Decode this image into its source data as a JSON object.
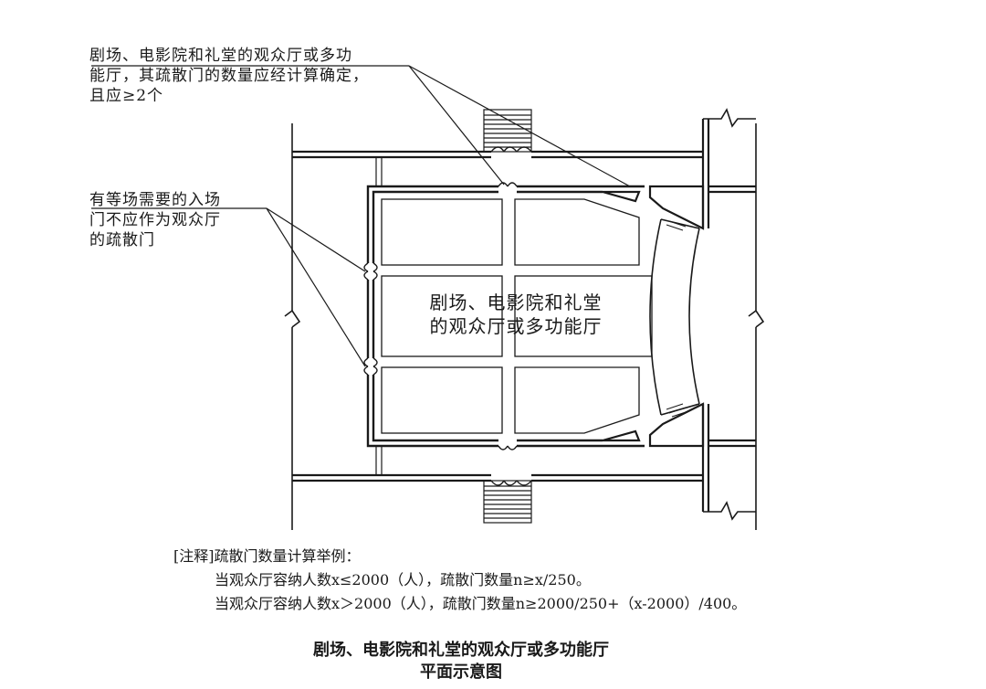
{
  "callouts": {
    "top": {
      "line1": "剧场、电影院和礼堂的观众厅或多功",
      "line2": "能厅，其疏散门的数量应经计算确定，",
      "line3": "且应≥2个"
    },
    "left": {
      "line1": "有等场需要的入场",
      "line2": "门不应作为观众厅",
      "line3": "的疏散门"
    }
  },
  "hall_label": {
    "line1": "剧场、电影院和礼堂",
    "line2": "的观众厅或多功能厅"
  },
  "notes": {
    "heading": "[注释]疏散门数量计算举例：",
    "rule1": "当观众厅容纳人数x≤2000（人），疏散门数量n≥x/250。",
    "rule2": "当观众厅容纳人数x＞2000（人），疏散门数量n≥2000/250+（x-2000）/400。"
  },
  "caption": {
    "line1": "剧场、电影院和礼堂的观众厅或多功能厅",
    "line2": "平面示意图"
  },
  "colors": {
    "ink": "#1a1a1a",
    "paper": "#ffffff"
  }
}
